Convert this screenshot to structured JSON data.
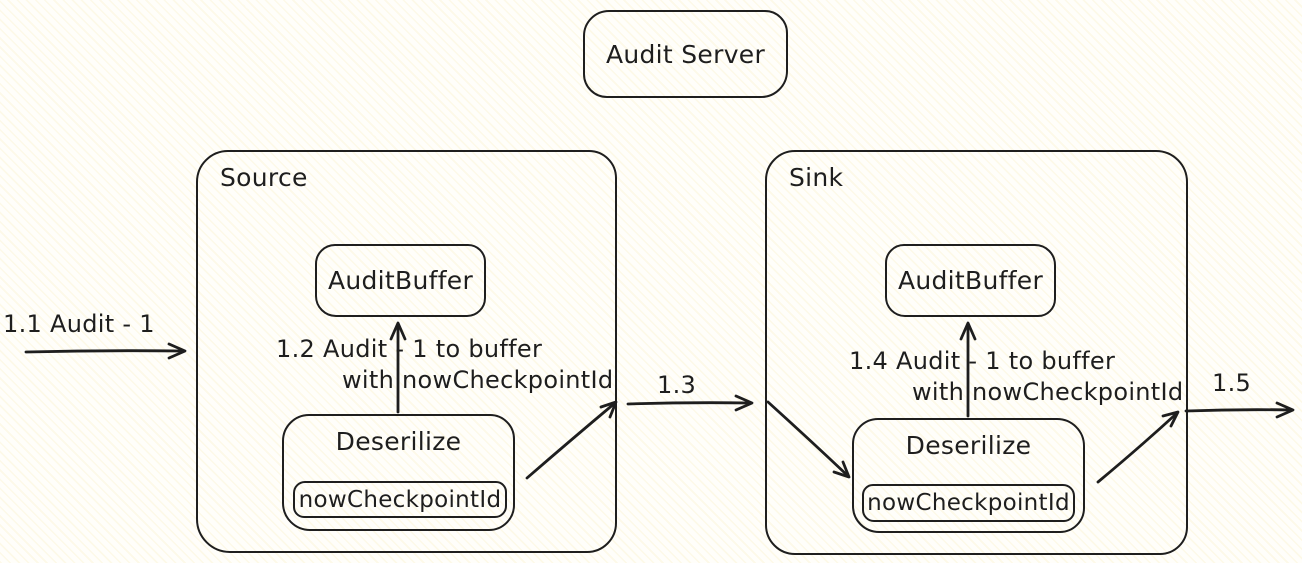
{
  "colors": {
    "stroke": "#1e1e1e",
    "background": "#fffefa"
  },
  "audit_server": {
    "label": "Audit Server"
  },
  "source": {
    "label": "Source",
    "audit_buffer_label": "AuditBuffer",
    "deserilize_label": "Deserilize",
    "now_checkpoint_label": "nowCheckpointId"
  },
  "sink": {
    "label": "Sink",
    "audit_buffer_label": "AuditBuffer",
    "deserilize_label": "Deserilize",
    "now_checkpoint_label": "nowCheckpointId"
  },
  "edges": {
    "e1_1_label": "1.1 Audit - 1",
    "e1_2_line1": "1.2 Audit - 1 to buffer",
    "e1_2_line2": "with nowCheckpointId",
    "e1_3_label": "1.3",
    "e1_4_line1": "1.4 Audit - 1 to buffer",
    "e1_4_line2": "with nowCheckpointId",
    "e1_5_label": "1.5"
  }
}
